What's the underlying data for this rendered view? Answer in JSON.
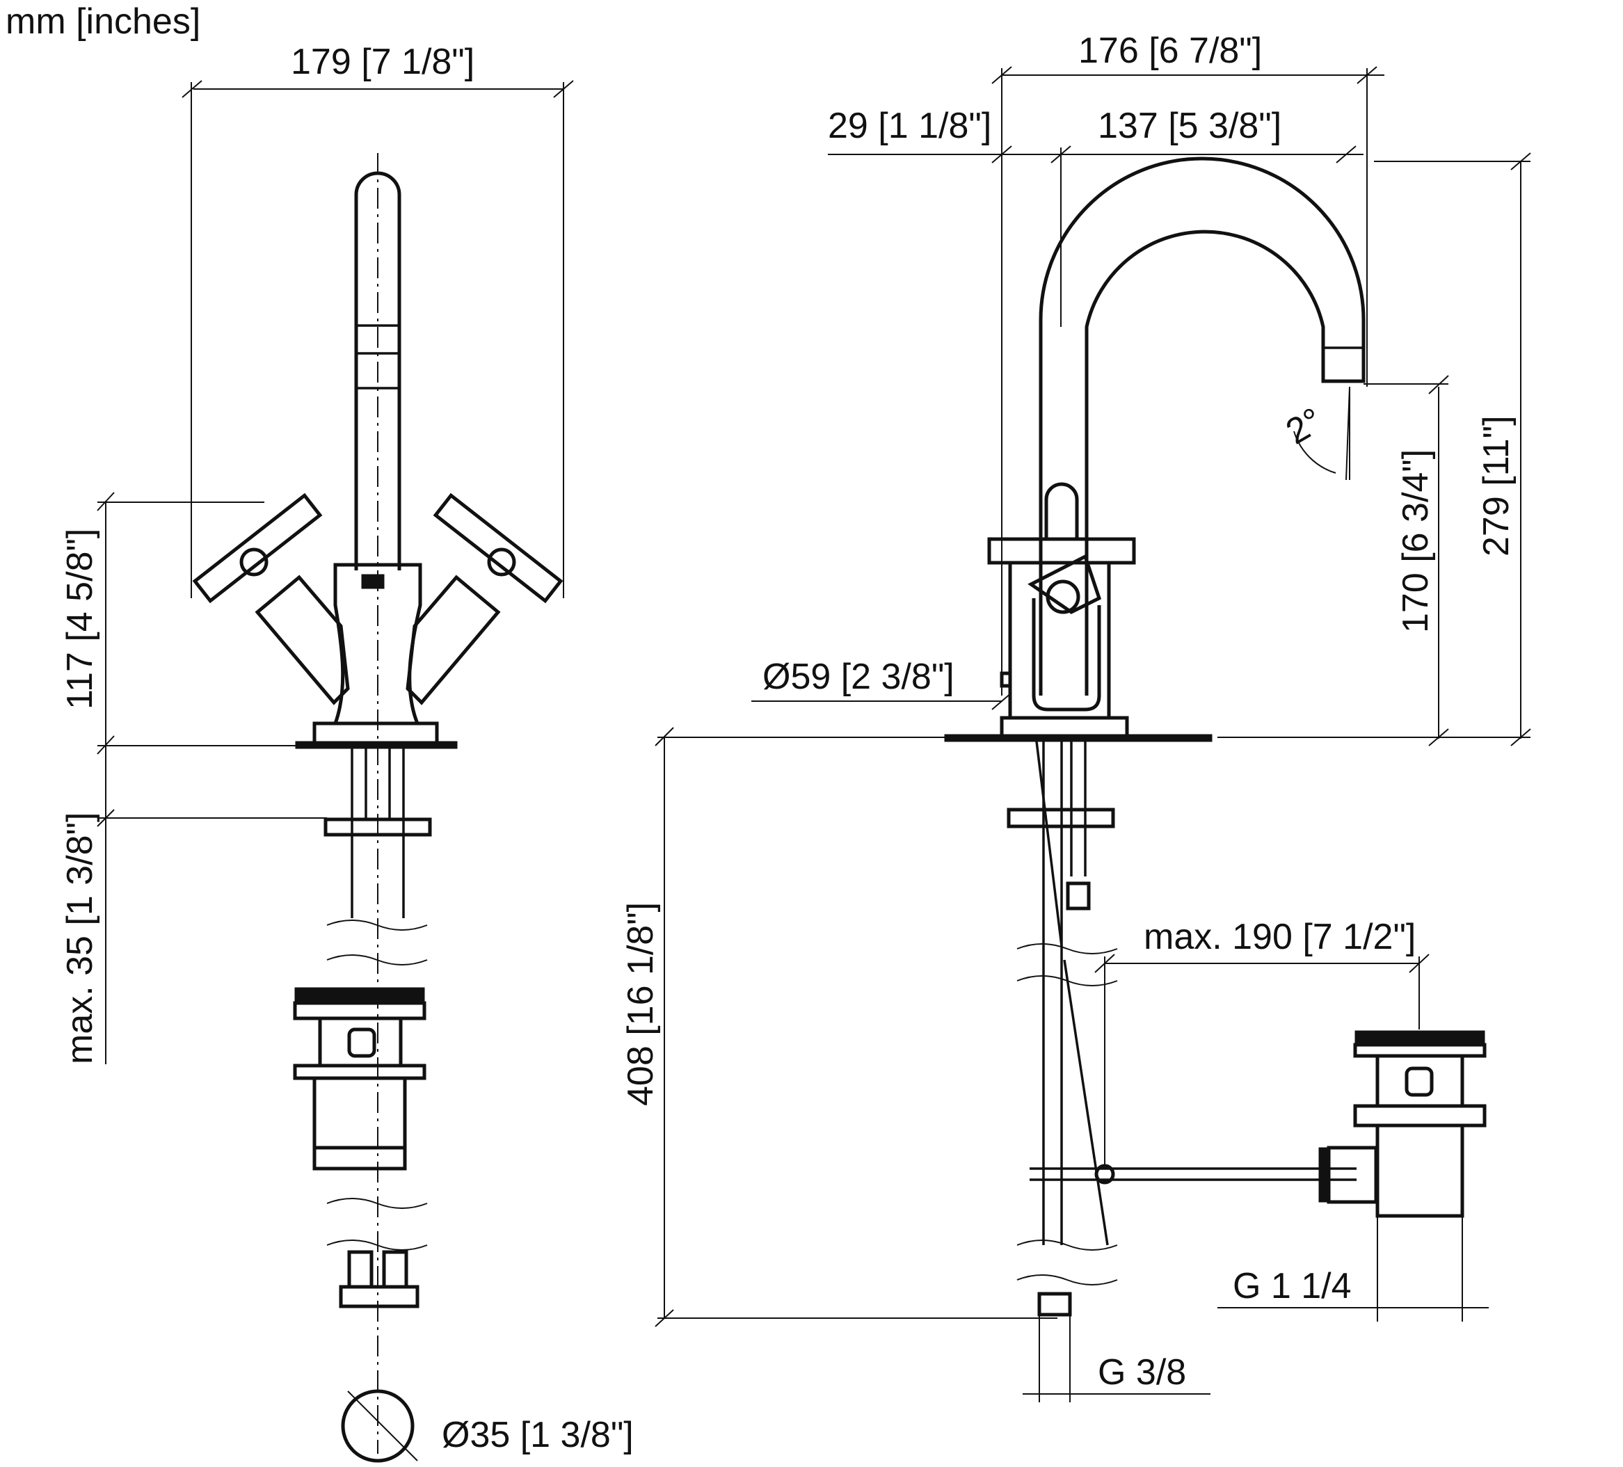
{
  "units_note": "mm [inches]",
  "front_view": {
    "width": "179 [7 1/8\"]",
    "handle_height": "117 [4 5/8\"]",
    "deck_thickness": "max. 35 [1 3/8\"]",
    "hole_diameter": "Ø35 [1 3/8\"]"
  },
  "side_view": {
    "overall_depth": "176 [6 7/8\"]",
    "spout_reach": "137 [5 3/8\"]",
    "base_offset": "29 [1 1/8\"]",
    "height": "279 [11\"]",
    "spout_height": "170 [6 3/4\"]",
    "spout_angle": "2°",
    "base_diameter": "Ø59 [2 3/8\"]",
    "below_deck_length": "408 [16 1/8\"]",
    "rod_length": "max. 190 [7 1/2\"]",
    "drain_thread": "G 1 1/4",
    "supply_thread": "G 3/8"
  }
}
